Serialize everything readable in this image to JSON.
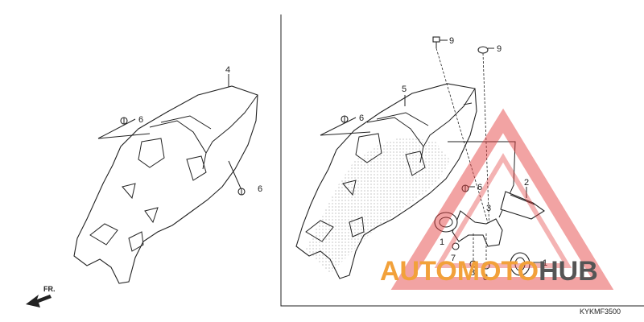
{
  "diagram": {
    "drawing_code": "KYKMF3500",
    "direction_label": "FR.",
    "callouts_left": [
      "4",
      "6",
      "6"
    ],
    "callouts_right": [
      "9",
      "9",
      "5",
      "6",
      "2",
      "3",
      "1",
      "7",
      "8",
      "8",
      "1"
    ],
    "watermark": {
      "part1": "AUTO",
      "part2": "MOTO",
      "part3": "HUB",
      "color_primary": "#f2a13a",
      "color_dark": "#555555",
      "color_triangle": "#e23a3a"
    }
  }
}
